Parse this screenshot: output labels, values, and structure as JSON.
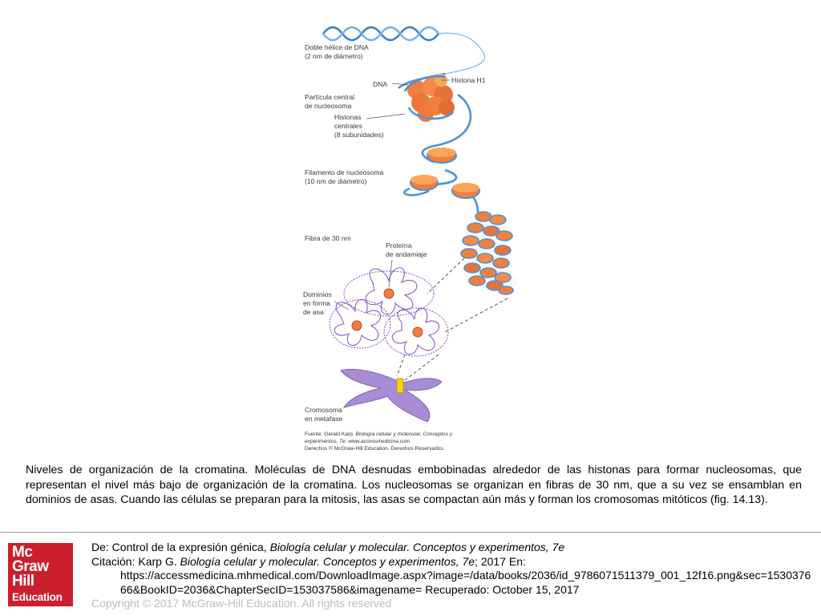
{
  "figure": {
    "labels": {
      "double_helix_1": "Doble hélice de DNA",
      "double_helix_2": "(2 nm de diámetro)",
      "dna": "DNA",
      "histone_h1": "Histona H1",
      "core_particle_1": "Partícula central",
      "core_particle_2": "de nucleosoma",
      "core_histones_1": "Histonas",
      "core_histones_2": "centrales",
      "core_histones_3": "(8 subunidades)",
      "filament_1": "Filamento de nucleosoma",
      "filament_2": "(10 nm de diámetro)",
      "fiber_30nm": "Fibra de 30 nm",
      "scaffold_1": "Proteína",
      "scaffold_2": "de andamiaje",
      "loops_1": "Dominios",
      "loops_2": "en forma",
      "loops_3": "de asa",
      "chromosome_1": "Cromosoma",
      "chromosome_2": "en metafase"
    },
    "source": {
      "prefix": "Fuente: Gerald Karp: ",
      "book_title_1": "Biología celular y molecular. Conceptos y",
      "book_title_2": "experimentos, 7e",
      "url": ": www.accessmedicina.com",
      "rights": "Derechos © McGraw-Hill Education. Derechos Reservados."
    },
    "colors": {
      "dna": "#5b9bd5",
      "histone": "#f07f3e",
      "histone_highlight": "#f9a55c",
      "loops": "#8a5cc7",
      "chromosome": "#a88dd4",
      "band_marker": "#f5d21a"
    }
  },
  "caption": "Niveles de organización de la cromatina. Moléculas de DNA desnudas embobinadas alrededor de las histonas para formar nucleosomas, que representan el nivel más bajo de organización de la cromatina. Los nucleosomas se organizan en fibras de 30 nm, que a su vez se ensamblan en dominios de asas. Cuando las células se preparan para la mitosis, las asas se compactan aún más y forman los cromosomas mitóticos (fig. 14.13).",
  "footer": {
    "from_prefix": "De: Control de la expresión génica, ",
    "from_title": "Biología celular y molecular. Conceptos y experimentos, 7e",
    "citation_prefix": "Citación: Karp G",
    "citation_dot": ". ",
    "citation_title": "Biología celular y molecular. Conceptos y experimentos, 7e",
    "citation_suffix": "; 2017 En:",
    "citation_url": "https://accessmedicina.mhmedical.com/DownloadImage.aspx?image=/data/books/2036/id_9786071511379_001_12f16.png&sec=153037666&BookID=2036&ChapterSecID=153037586&imagename= Recuperado: October 15, 2017",
    "copyright": "Copyright © 2017 McGraw-Hill Education. All rights reserved"
  },
  "logo": {
    "line1": "Mc",
    "line2": "Graw",
    "line3": "Hill",
    "line4": "Education",
    "color": "#cc1f2d"
  }
}
